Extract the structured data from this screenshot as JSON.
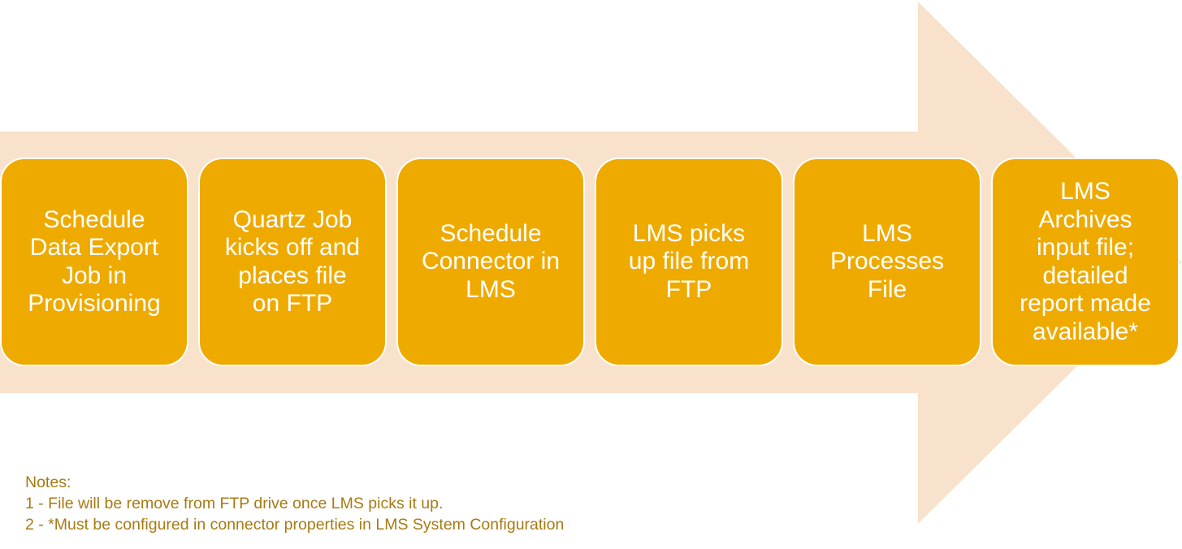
{
  "colors": {
    "arrow": "#F8E2CC",
    "step_fill": "#EFAA00",
    "step_border": "#FFFFFF",
    "step_text": "#FFFFFF",
    "notes_text": "#A87A12"
  },
  "steps": [
    {
      "label": "Schedule\nData Export\nJob in\nProvisioning"
    },
    {
      "label": "Quartz Job\nkicks off and\nplaces file\non FTP"
    },
    {
      "label": "Schedule\nConnector in\nLMS"
    },
    {
      "label": "LMS picks\nup file from\nFTP"
    },
    {
      "label": "LMS\nProcesses\nFile"
    },
    {
      "label": "LMS\nArchives\ninput file;\ndetailed\nreport made\navailable*"
    }
  ],
  "notes": {
    "heading": "Notes:",
    "items": [
      "1 - File will be remove from FTP drive once LMS picks it up.",
      "2 - *Must be configured in connector properties in LMS System Configuration"
    ]
  }
}
